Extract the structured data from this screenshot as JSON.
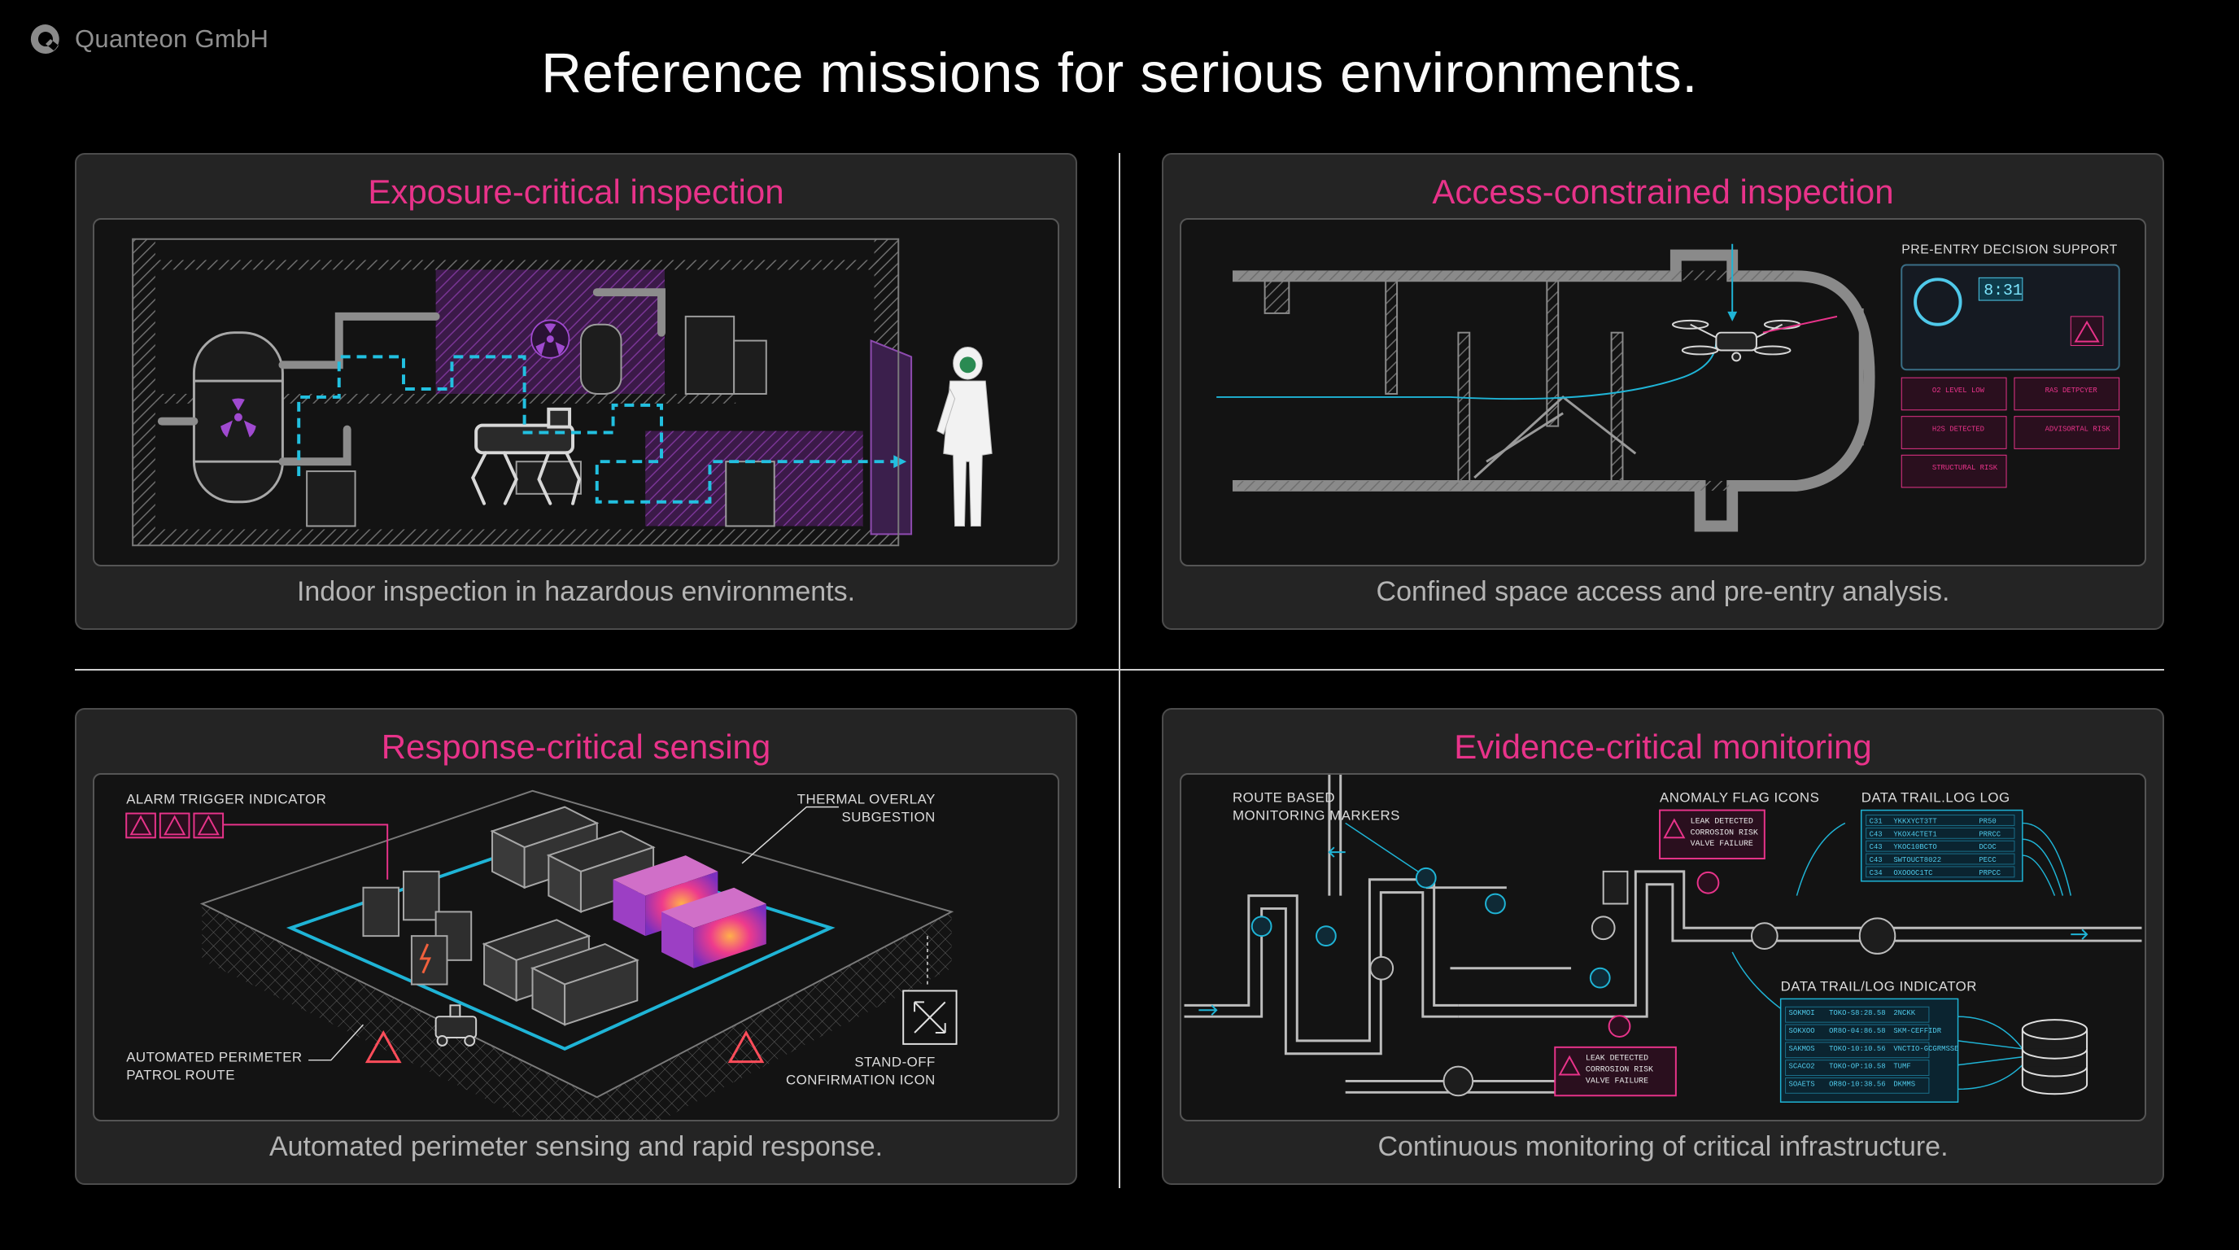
{
  "brand": {
    "name": "Quanteon GmbH",
    "icon": "q-logo-icon"
  },
  "page": {
    "title": "Reference missions for serious environments."
  },
  "colors": {
    "accent": "#e8338a",
    "route": "#1fb4d6",
    "hazard": "#9b3fbf",
    "background": "#000000",
    "panel": "#242424"
  },
  "panels": [
    {
      "title": "Exposure-critical inspection",
      "caption": "Indoor inspection in hazardous environments.",
      "icons": [
        "radiation-icon",
        "quadruped-robot-icon",
        "hazmat-operator-icon"
      ]
    },
    {
      "title": "Access-constrained inspection",
      "caption": "Confined space access and pre-entry analysis.",
      "labels": {
        "decision_support": "PRE-ENTRY DECISION SUPPORT",
        "timer": "8:31",
        "alerts": [
          "O2 LEVEL LOW",
          "RAS DETPCYER",
          "H2S DETECTED",
          "ADVISORTAL RISK",
          "STRUCTURAL RISK"
        ]
      },
      "icons": [
        "drone-icon",
        "warning-icon"
      ]
    },
    {
      "title": "Response-critical sensing",
      "caption": "Automated perimeter sensing and rapid response.",
      "labels": {
        "alarm": "ALARM TRIGGER INDICATOR",
        "thermal": [
          "THERMAL OVERLAY",
          "SUBGESTION"
        ],
        "patrol": [
          "AUTOMATED PERIMETER",
          "PATROL ROUTE"
        ],
        "standoff": [
          "STAND-OFF",
          "CONFIRMATION ICON"
        ]
      },
      "icons": [
        "warning-icon",
        "high-voltage-icon",
        "standoff-confirmation-icon"
      ]
    },
    {
      "title": "Evidence-critical monitoring",
      "caption": "Continuous monitoring of critical infrastructure.",
      "labels": {
        "route_markers": [
          "ROUTE BASED",
          "MONITORING MARKERS"
        ],
        "anomaly": "ANOMALY FLAG ICONS",
        "data_trail_log": "DATA TRAIL.LOG LOG",
        "data_trail_indicator": "DATA TRAIL/LOG INDICATOR",
        "flag_top": [
          "LEAK DETECTED",
          "CORROSION RISK",
          "VALVE FAILURE"
        ],
        "flag_bottom": [
          "LEAK DETECTED",
          "CORROSION RISK",
          "VALVE FAILURE"
        ]
      },
      "log_rows_top": [
        [
          "C31",
          "YKKXYCT3TT",
          "PR50"
        ],
        [
          "C43",
          "YKOX4CTET1",
          "PRRCC"
        ],
        [
          "C43",
          "YKOC10BCTO",
          "DCOC"
        ],
        [
          "C43",
          "SWTOUCT8022",
          "PECC"
        ],
        [
          "C34",
          "OXOOOC1TC",
          "PRPCC"
        ]
      ],
      "log_rows_bottom": [
        [
          "SOKMOI",
          "TOKO-S8:28.58",
          "2NCKK"
        ],
        [
          "SOKXOO",
          "OR8O-04:86.58",
          "SKM-CEFFIDR"
        ],
        [
          "SAKMOS",
          "TOKO-10:10.56",
          "VNCTIO-GCGRMSSE"
        ],
        [
          "SCACO2",
          "TOKO-OP:10.58",
          "TUMF"
        ],
        [
          "SOAETS",
          "OR8O-10:38.56",
          "DKMMS"
        ]
      ],
      "icons": [
        "database-icon",
        "warning-icon",
        "valve-icon"
      ]
    }
  ]
}
